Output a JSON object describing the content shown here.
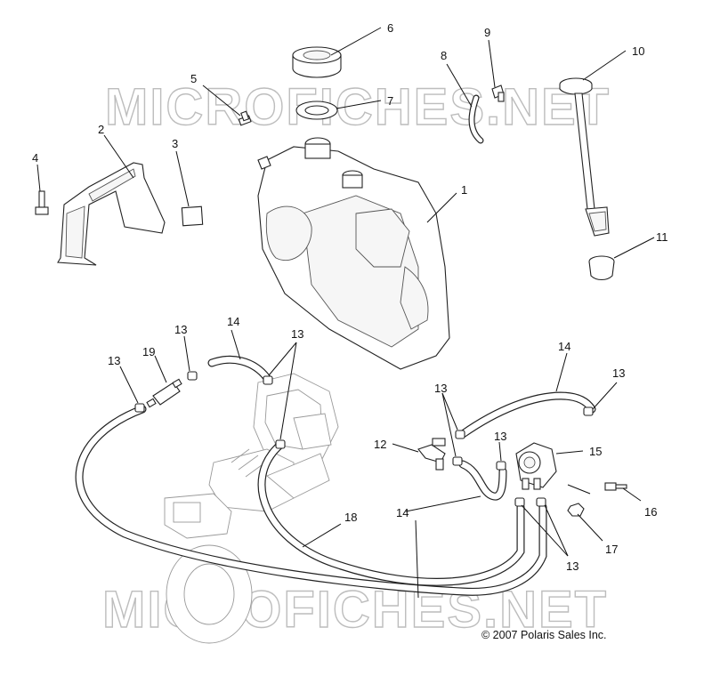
{
  "watermark": "MICROFICHES.NET",
  "copyright": "© 2007 Polaris Sales Inc.",
  "callouts": {
    "c1": "1",
    "c2": "2",
    "c3": "3",
    "c4": "4",
    "c5": "5",
    "c6": "6",
    "c7": "7",
    "c8": "8",
    "c9": "9",
    "c10": "10",
    "c11": "11",
    "c12": "12",
    "c13a": "13",
    "c13b": "13",
    "c13c": "13",
    "c13d": "13",
    "c13e": "13",
    "c13f": "13",
    "c13g": "13",
    "c14a": "14",
    "c14b": "14",
    "c14c": "14",
    "c15": "15",
    "c16": "16",
    "c17": "17",
    "c18": "18",
    "c19": "19"
  }
}
